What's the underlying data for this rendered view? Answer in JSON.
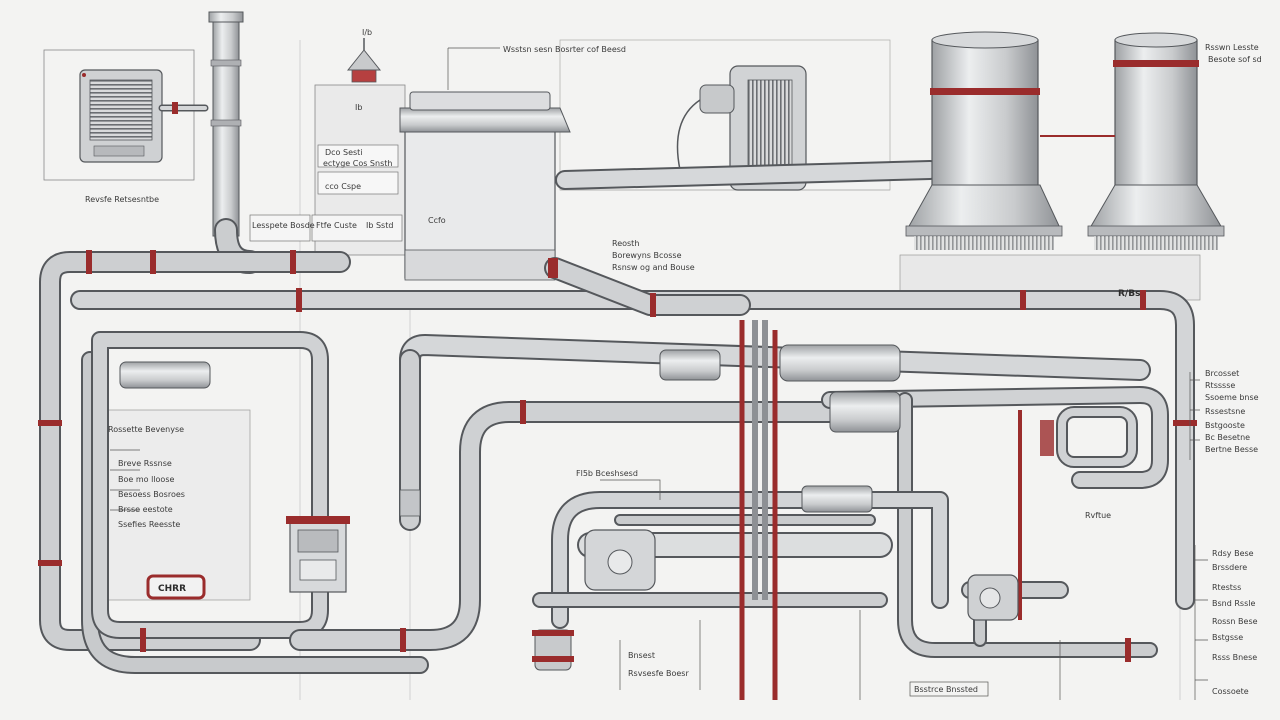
{
  "colors": {
    "background": "#f3f3f2",
    "pipe_fill": "#c9cbcd",
    "pipe_shade": "#9ea1a4",
    "pipe_edge": "#5d6064",
    "accent_red": "#9a2c2c",
    "panel_fill": "#e4e5e6"
  },
  "icons": [
    "ac-unit-icon",
    "fan-unit-icon",
    "chimney-stack-icon",
    "tank-icon",
    "valve-icon",
    "pump-icon"
  ],
  "labels": {
    "top_center": "Wsstsn sesn Bosrter cof Beesd",
    "top_right": "Rsswn Lesste",
    "top_right_2": "Besote sof sd",
    "ac_unit_caption": "Revsfe Retsesntbe",
    "small_tag_a": "I/b",
    "small_tag_b": "Ib",
    "panel_line_1": "Dco Sesti",
    "panel_line_2": "ectyge Cos Snsth",
    "panel_line_3": "cco Cspe",
    "box_tag_1": "Lesspete Bosde",
    "box_tag_2": "Ftfe Custe",
    "box_tag_3": "Ib Sstd",
    "tank_tag": "Ccfo",
    "mid_tag_1": "Reosth",
    "mid_tag_2": "Borewyns Bcosse",
    "mid_tag_3": "Rsnsw og and Bouse",
    "left_list_1": "Rossette Bevenyse",
    "left_list_2": "Breve Rssnse",
    "left_list_3": "Boe mo lloose",
    "left_list_4": "Besoess Bosroes",
    "left_list_5": "Brsse eestote",
    "left_list_6": "Ssefies Reesste",
    "center_tag": "Fl5b Bceshsesd",
    "tag_badge": "CHRR",
    "right_list_1": "Brcosset",
    "right_list_2": "Rtsssse",
    "right_list_3": "Ssoeme bnse",
    "right_list_4": "Rssestsne",
    "right_list_5": "Bstgooste",
    "right_list_6": "Bc Besetne",
    "right_list_7": "Bertne Besse",
    "right_tag_mid": "Rvftue",
    "bottom_right_1": "Rdsy Bese",
    "bottom_right_2": "Brssdere",
    "bottom_right_3": "Rtestss",
    "bottom_right_4": "Bsnd Rssle",
    "bottom_right_5": "Rossn Bese",
    "bottom_right_6": "Bstgsse",
    "bottom_right_7": "Rsss Bnese",
    "bottom_right_8": "Cossoete",
    "bottom_mid_1": "Bnsest",
    "bottom_mid_2": "Rsvsesfe Boesr",
    "bottom_mid_3": "Bsstrce Bnssted",
    "right_head": "R/Bs"
  }
}
